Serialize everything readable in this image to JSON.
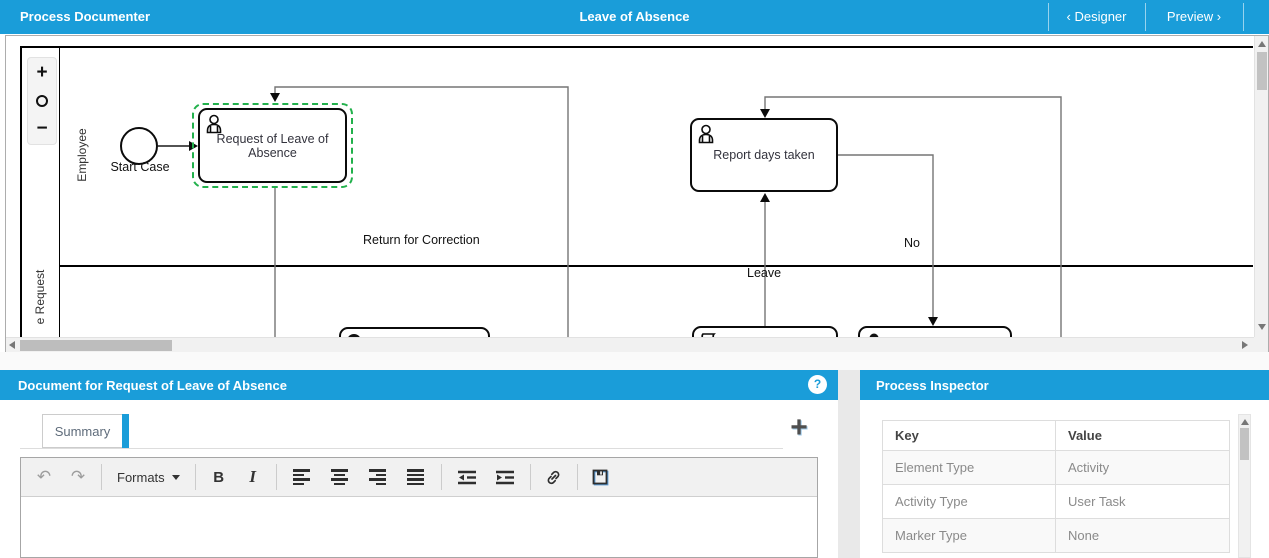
{
  "header": {
    "app_title": "Process Documenter",
    "process_title": "Leave of Absence",
    "designer_button": "‹ Designer",
    "preview_button": "Preview ›"
  },
  "colors": {
    "primary_blue": "#1a9dd9",
    "selection_green": "#22b14c",
    "connector_gray": "#757575"
  },
  "canvas": {
    "zoom_in_glyph": "+",
    "zoom_out_glyph": "−",
    "pool_label": "e Request",
    "lane_employee": "Employee",
    "nodes": {
      "start_case": "Start Case",
      "request_leave": "Request of Leave of Absence",
      "report_days": "Report days taken"
    },
    "edge_labels": {
      "return_for_correction": "Return for Correction",
      "leave": "Leave",
      "no": "No"
    }
  },
  "document_panel": {
    "title": "Document for Request of Leave of Absence",
    "help_glyph": "?",
    "tab_summary": "Summary",
    "add_tab_glyph": "+",
    "toolbar": {
      "undo_glyph": "↶",
      "redo_glyph": "↷",
      "formats_label": "Formats",
      "bold_glyph": "B",
      "italic_glyph": "I"
    }
  },
  "inspector_panel": {
    "title": "Process Inspector",
    "columns": [
      "Key",
      "Value"
    ],
    "rows": [
      {
        "key": "Element Type",
        "value": "Activity"
      },
      {
        "key": "Activity Type",
        "value": "User Task"
      },
      {
        "key": "Marker Type",
        "value": "None"
      }
    ]
  }
}
